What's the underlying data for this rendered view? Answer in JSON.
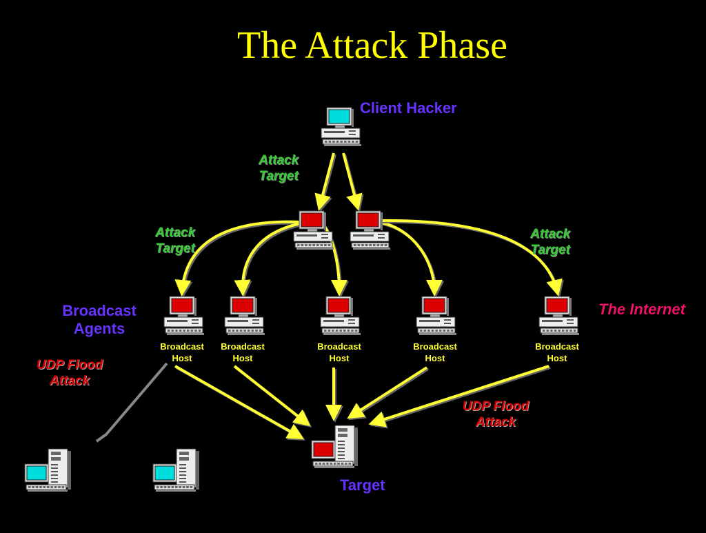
{
  "title": "The Attack Phase",
  "labels": {
    "client_hacker": "Client Hacker",
    "attack_target": "Attack Target",
    "broadcast_agents": "Broadcast Agents",
    "the_internet": "The Internet",
    "udp_flood_attack": "UDP Flood Attack",
    "target": "Target",
    "broadcast_host": "Broadcast Host"
  },
  "colors": {
    "background": "#000000",
    "title": "#ffff00",
    "arrow": "#ffff33",
    "purple_label": "#6633ff",
    "green_label": "#33cc33",
    "red_label": "#dd0000",
    "internet_label": "#ee1166",
    "agent_screen": "#dd0000",
    "client_screen": "#00dddd"
  },
  "icons": {
    "client": "desktop-computer-icon",
    "agent": "desktop-computer-icon",
    "host": "desktop-computer-icon",
    "target": "tower-computer-icon",
    "bystander": "tower-computer-icon"
  }
}
